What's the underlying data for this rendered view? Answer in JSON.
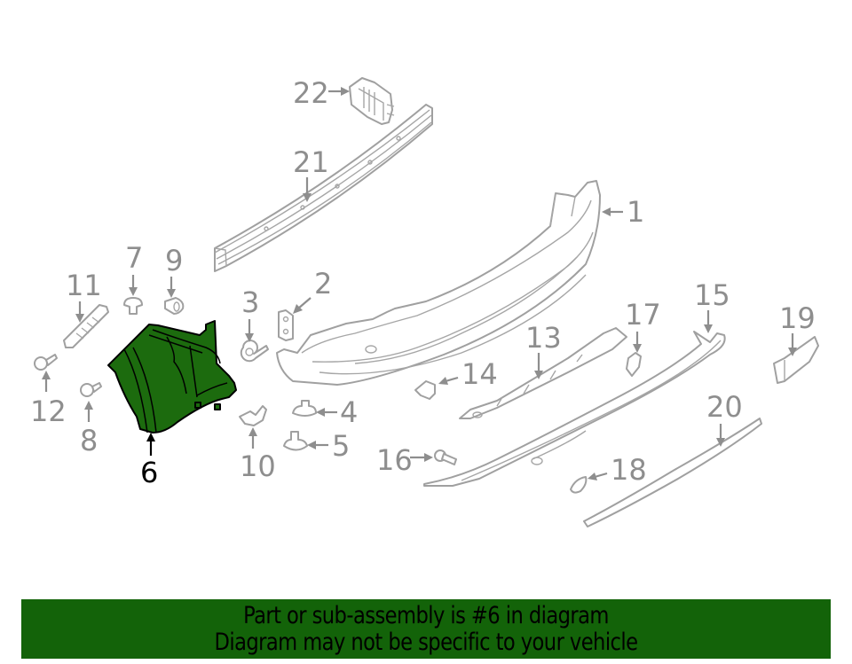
{
  "diagram": {
    "highlighted_part": "6",
    "highlight_color": "#1c6b0e",
    "callout_color": "#8e8e8e",
    "callouts": [
      {
        "id": "1",
        "label": "1",
        "part": "rear-bumper-cover"
      },
      {
        "id": "2",
        "label": "2",
        "part": "bracket"
      },
      {
        "id": "3",
        "label": "3",
        "part": "bolt"
      },
      {
        "id": "4",
        "label": "4",
        "part": "nut"
      },
      {
        "id": "5",
        "label": "5",
        "part": "stud-nut"
      },
      {
        "id": "6",
        "label": "6",
        "part": "bumper-end-cap"
      },
      {
        "id": "7",
        "label": "7",
        "part": "clip"
      },
      {
        "id": "8",
        "label": "8",
        "part": "screw"
      },
      {
        "id": "9",
        "label": "9",
        "part": "grommet"
      },
      {
        "id": "10",
        "label": "10",
        "part": "bracket-clip"
      },
      {
        "id": "11",
        "label": "11",
        "part": "retainer"
      },
      {
        "id": "12",
        "label": "12",
        "part": "screw"
      },
      {
        "id": "13",
        "label": "13",
        "part": "reinforcement-bracket"
      },
      {
        "id": "14",
        "label": "14",
        "part": "clip"
      },
      {
        "id": "15",
        "label": "15",
        "part": "lower-valance"
      },
      {
        "id": "16",
        "label": "16",
        "part": "bolt"
      },
      {
        "id": "17",
        "label": "17",
        "part": "clip"
      },
      {
        "id": "18",
        "label": "18",
        "part": "tow-hook-cover"
      },
      {
        "id": "19",
        "label": "19",
        "part": "reflector"
      },
      {
        "id": "20",
        "label": "20",
        "part": "trim-molding"
      },
      {
        "id": "21",
        "label": "21",
        "part": "impact-bar"
      },
      {
        "id": "22",
        "label": "22",
        "part": "absorber-bracket"
      }
    ]
  },
  "banner": {
    "line1": "Part or sub-assembly is #6 in diagram",
    "line2": "Diagram may not be specific to your vehicle",
    "background": "#136309"
  }
}
